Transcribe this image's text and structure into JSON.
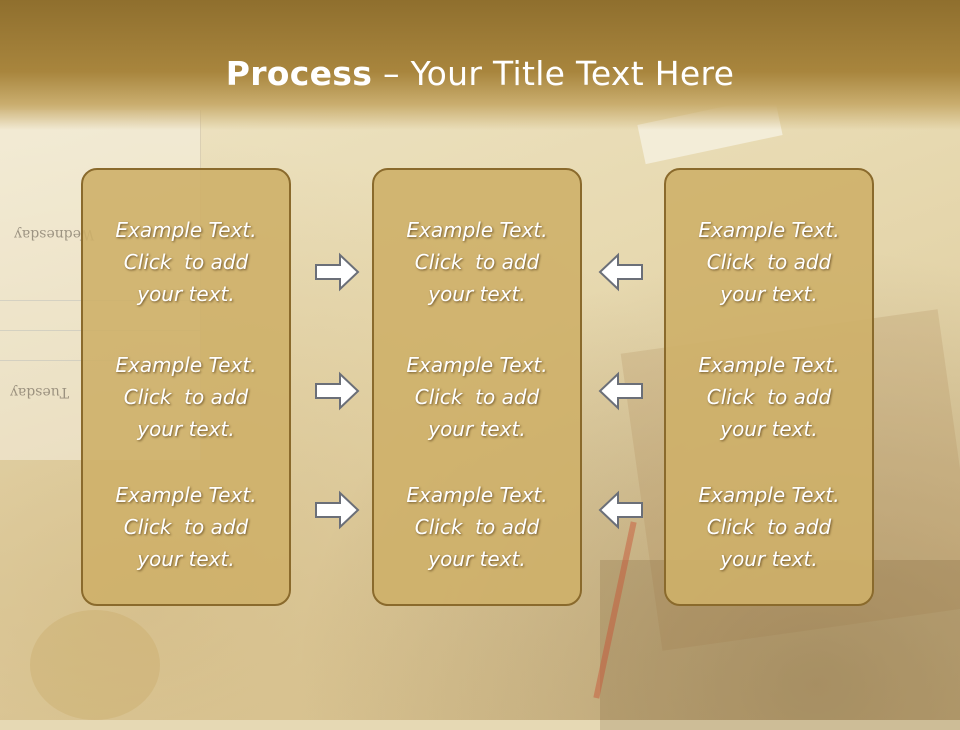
{
  "slide": {
    "title_bold": "Process",
    "title_dash": "–",
    "title_rest": "Your Title Text Here"
  },
  "background": {
    "calendar_words": [
      "Wednesday",
      "Tuesday"
    ]
  },
  "columns": [
    {
      "items": [
        {
          "line1": "Example Text.",
          "line2": "Click  to add",
          "line3": "your text."
        },
        {
          "line1": "Example Text.",
          "line2": "Click  to add",
          "line3": "your text."
        },
        {
          "line1": "Example Text.",
          "line2": "Click  to add",
          "line3": "your text."
        }
      ]
    },
    {
      "items": [
        {
          "line1": "Example Text.",
          "line2": "Click  to add",
          "line3": "your text."
        },
        {
          "line1": "Example Text.",
          "line2": "Click  to add",
          "line3": "your text."
        },
        {
          "line1": "Example Text.",
          "line2": "Click  to add",
          "line3": "your text."
        }
      ]
    },
    {
      "items": [
        {
          "line1": "Example Text.",
          "line2": "Click  to add",
          "line3": "your text."
        },
        {
          "line1": "Example Text.",
          "line2": "Click  to add",
          "line3": "your text."
        },
        {
          "line1": "Example Text.",
          "line2": "Click  to add",
          "line3": "your text."
        }
      ]
    }
  ],
  "arrows": {
    "left_group": "right-arrow-icon",
    "right_group": "left-arrow-icon"
  },
  "colors": {
    "header": "#a8853d",
    "box_fill": "#ceb069",
    "box_border": "#8a6a2c",
    "text": "#ffffff"
  }
}
